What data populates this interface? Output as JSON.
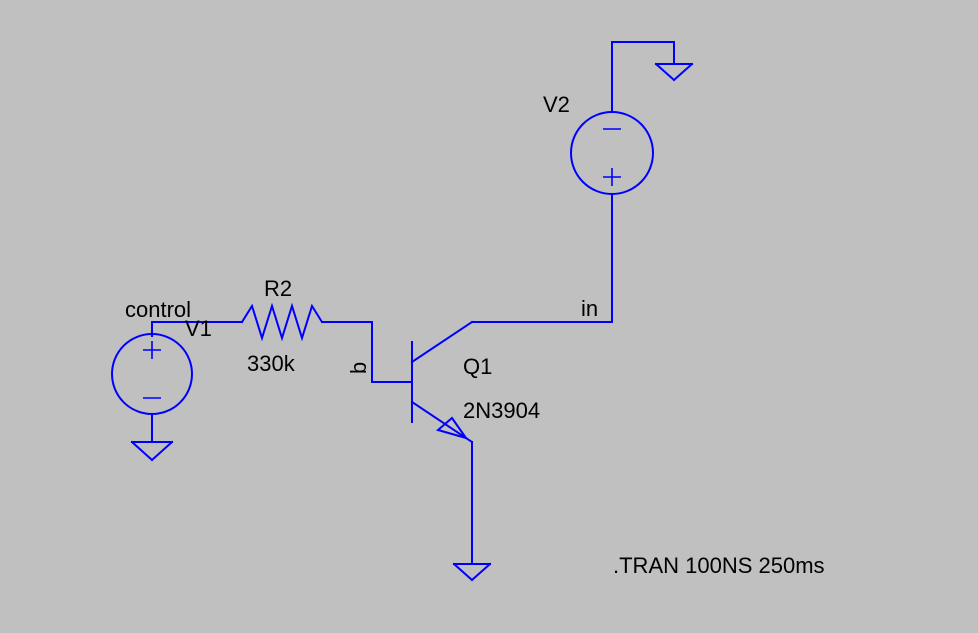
{
  "schematic": {
    "wire_color": "#0000ff",
    "background_color": "#c0c0c0",
    "text_color": "#000000",
    "labels": {
      "control_net": "control",
      "v1_name": "V1",
      "r2_name": "R2",
      "r2_value": "330k",
      "base_net": "b",
      "q1_name": "Q1",
      "q1_model": "2N3904",
      "in_net": "in",
      "v2_name": "V2",
      "directive": ".TRAN 100NS 250ms"
    }
  }
}
